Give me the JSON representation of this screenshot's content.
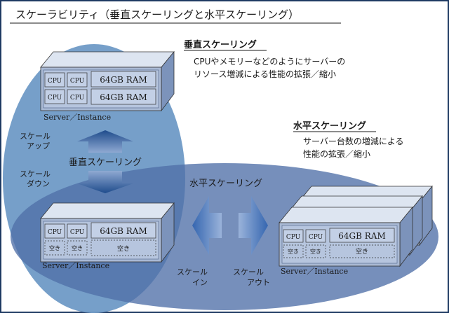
{
  "title": "スケーラビリティ（垂直スケーリングと水平スケーリング）",
  "vertical": {
    "heading": "垂直スケーリング",
    "desc_line1": "CPUやメモリーなどのようにサーバーの",
    "desc_line2": "リソース増減による性能の拡張／縮小",
    "arrow_label": "垂直スケーリング",
    "up_line1": "スケール",
    "up_line2": "アップ",
    "down_line1": "スケール",
    "down_line2": "ダウン"
  },
  "horizontal": {
    "heading": "水平スケーリング",
    "desc_line1": "サーバー台数の増減による",
    "desc_line2": "性能の拡張／縮小",
    "arrow_label": "水平スケーリング",
    "in_line1": "スケール",
    "in_line2": "イン",
    "out_line1": "スケール",
    "out_line2": "アウト"
  },
  "server": {
    "cpu": "CPU",
    "ram": "64GB RAM",
    "empty": "空き",
    "label": "Server／Instance"
  },
  "colors": {
    "frame": "#1f3a63",
    "vertical_ellipse": "#6f9ac6",
    "horizontal_ellipse": "#5b7cb1",
    "server_top": "#dfe6f1",
    "server_front": "#aebdd6",
    "server_side": "#7a91b9",
    "arrow_dark": "#2e568f",
    "arrow_mid": "#4a7cc4"
  }
}
